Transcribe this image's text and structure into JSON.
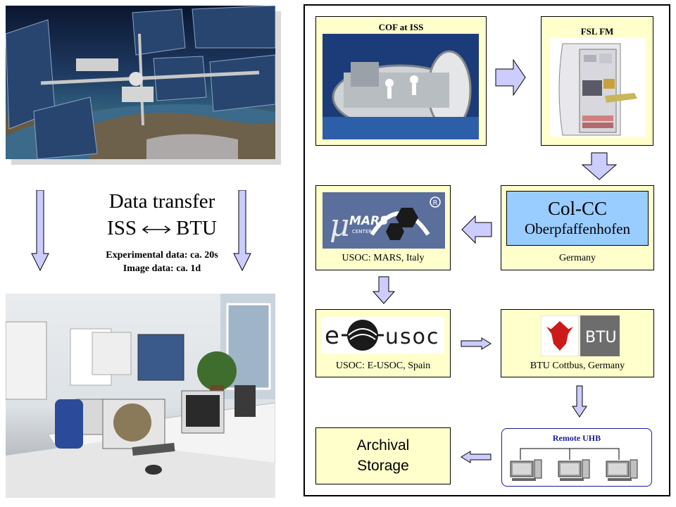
{
  "left": {
    "transfer_title": "Data transfer",
    "transfer_from": "ISS",
    "transfer_to": "BTU",
    "experimental_data": "Experimental data: ca. 20s",
    "image_data": "Image data: ca. 1d"
  },
  "panel": {
    "cof": {
      "title": "COF at ISS"
    },
    "fsl": {
      "title": "FSL FM"
    },
    "colcc": {
      "title": "Col-CC",
      "subtitle": "Oberpfaffenhofen",
      "label": "Germany"
    },
    "mars": {
      "label": "USOC: MARS, Italy",
      "logo_text": "MARS",
      "logo_sub": "CENTER"
    },
    "eusoc": {
      "label": "USOC: E-USOC, Spain",
      "logo_text": "E USOC"
    },
    "btu": {
      "label": "BTU Cottbus, Germany",
      "logo_text": "BTU"
    },
    "archive": {
      "line1": "Archival",
      "line2": "Storage"
    },
    "remote": {
      "title": "Remote UHB"
    }
  },
  "colors": {
    "box_fill": "#ffffcc",
    "colcc_fill": "#99ccff",
    "arrow_fill": "#ccccff",
    "remote_border": "#1a1aa0"
  }
}
